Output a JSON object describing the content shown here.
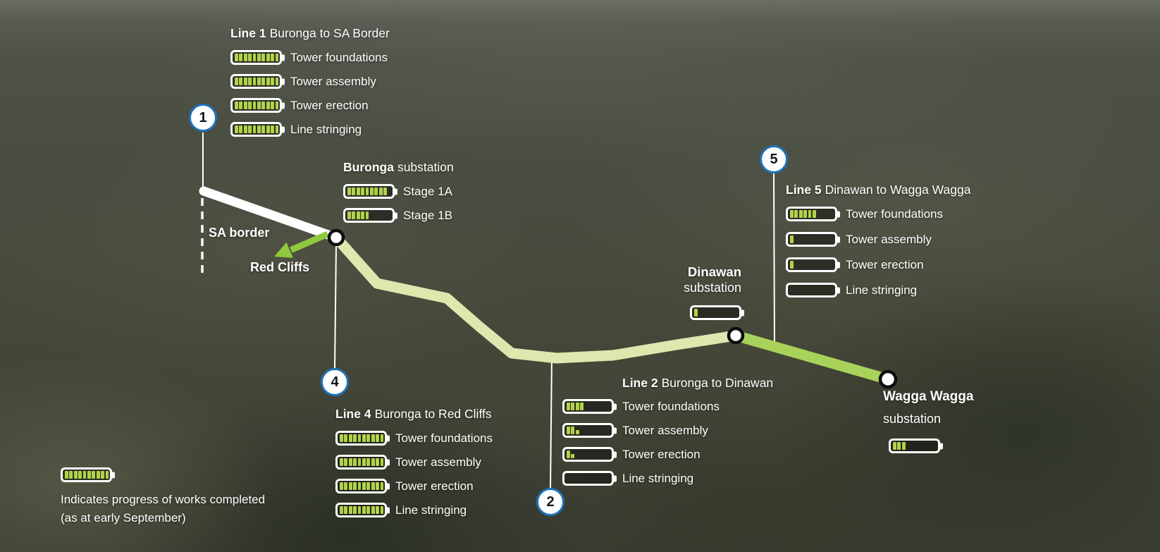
{
  "segments_total": 10,
  "colors": {
    "segment_green": "#b0d348",
    "route_white": "#ffffff",
    "route_pale_green": "#dce8ae",
    "route_bright_green": "#a9d25b",
    "arrow_green": "#90c83f",
    "marker_ring_blue": "#1e73b9",
    "node_outline_black": "#0c0c0c",
    "connector_white": "#ffffff",
    "text_white": "#ffffff"
  },
  "markers": {
    "m1": "1",
    "m2": "2",
    "m4": "4",
    "m5": "5"
  },
  "map_labels": {
    "sa_border": "SA border",
    "red_cliffs": "Red Cliffs"
  },
  "blocks": {
    "line1": {
      "title_bold": "Line 1",
      "title_rest": "Buronga to SA Border",
      "rows": [
        {
          "label": "Tower foundations",
          "segments": 10
        },
        {
          "label": "Tower assembly",
          "segments": 10
        },
        {
          "label": "Tower erection",
          "segments": 10
        },
        {
          "label": "Line stringing",
          "segments": 10
        }
      ]
    },
    "buronga": {
      "title_bold": "Buronga",
      "title_rest": "substation",
      "rows": [
        {
          "label": "Stage 1A",
          "segments": 9
        },
        {
          "label": "Stage 1B",
          "segments": 5
        }
      ]
    },
    "line4": {
      "title_bold": "Line 4",
      "title_rest": "Buronga to Red Cliffs",
      "rows": [
        {
          "label": "Tower foundations",
          "segments": 10
        },
        {
          "label": "Tower assembly",
          "segments": 10
        },
        {
          "label": "Tower erection",
          "segments": 10
        },
        {
          "label": "Line stringing",
          "segments": 10
        }
      ]
    },
    "line2": {
      "title_bold": "Line 2",
      "title_rest": "Buronga to Dinawan",
      "rows": [
        {
          "label": "Tower foundations",
          "segments": 4
        },
        {
          "label": "Tower assembly",
          "segments": 2,
          "partial": true
        },
        {
          "label": "Tower erection",
          "segments": 1,
          "partial": true
        },
        {
          "label": "Line stringing",
          "segments": 0
        }
      ]
    },
    "line5": {
      "title_bold": "Line 5",
      "title_rest": "Dinawan to Wagga Wagga",
      "rows": [
        {
          "label": "Tower foundations",
          "segments": 6
        },
        {
          "label": "Tower assembly",
          "segments": 1
        },
        {
          "label": "Tower erection",
          "segments": 1
        },
        {
          "label": "Line stringing",
          "segments": 0
        }
      ]
    },
    "dinawan": {
      "title_bold": "Dinawan",
      "title_rest": "substation",
      "rows": [
        {
          "segments": 1
        }
      ]
    },
    "wagga": {
      "title_bold": "Wagga Wagga",
      "title_rest": "substation",
      "rows": [
        {
          "segments": 3
        }
      ]
    }
  },
  "legend": {
    "rows": [
      {
        "segments": 10
      }
    ],
    "text_line1": "Indicates progress of works completed",
    "text_line2": "(as at early September)"
  }
}
